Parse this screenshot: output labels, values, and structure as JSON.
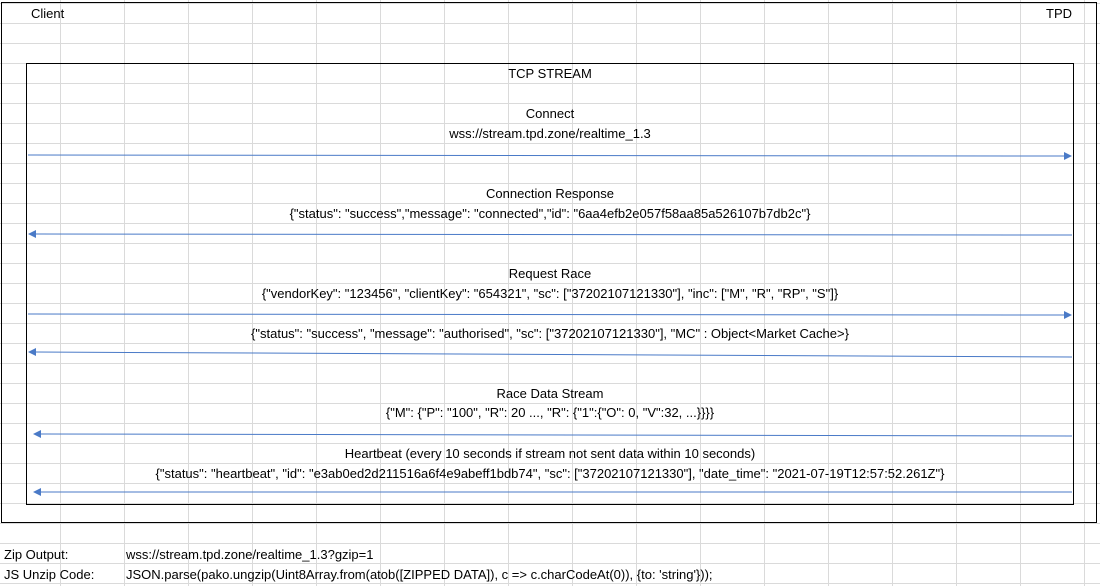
{
  "participants": {
    "client": "Client",
    "server": "TPD"
  },
  "stream_box": {
    "title": "TCP STREAM"
  },
  "messages": [
    {
      "label": "Connect",
      "payload": "wss://stream.tpd.zone/realtime_1.3",
      "direction": "client-to-server"
    },
    {
      "label": "Connection Response",
      "payload": "{\"status\": \"success\",\"message\": \"connected\",\"id\": \"6aa4efb2e057f58aa85a526107b7db2c\"}",
      "direction": "server-to-client"
    },
    {
      "label": "Request Race",
      "payload": "{\"vendorKey\": \"123456\", \"clientKey\": \"654321\", \"sc\": [\"37202107121330\"], \"inc\": [\"M\", \"R\", \"RP\", \"S\"]}",
      "direction": "client-to-server"
    },
    {
      "label": "",
      "payload": "{\"status\": \"success\", \"message\": \"authorised\", \"sc\": [\"37202107121330\"], \"MC\" : Object<Market Cache>}",
      "direction": "server-to-client"
    },
    {
      "label": "Race Data Stream",
      "payload": "{\"M\": {\"P\": \"100\", \"R\": 20 ..., \"R\": {\"1\":{\"O\": 0, \"V\":32, ...}}}}",
      "direction": "server-to-client"
    },
    {
      "label": "Heartbeat (every 10 seconds if stream not sent data within 10 seconds)",
      "payload": "{\"status\": \"heartbeat\", \"id\": \"e3ab0ed2d211516a6f4e9abeff1bdb74\", \"sc\": [\"37202107121330\"], \"date_time\": \"2021-07-19T12:57:52.261Z\"}",
      "direction": "server-to-client"
    }
  ],
  "footer": {
    "zip_output_label": "Zip Output:",
    "zip_output_value": "wss://stream.tpd.zone/realtime_1.3?gzip=1",
    "js_unzip_label": "JS Unzip Code:",
    "js_unzip_value": "JSON.parse(pako.ungzip(Uint8Array.from(atob([ZIPPED DATA]), c => c.charCodeAt(0)), {to: 'string'}));"
  },
  "colors": {
    "arrow": "#4a7ac7",
    "frame": "#000000",
    "grid": "#dadada"
  }
}
